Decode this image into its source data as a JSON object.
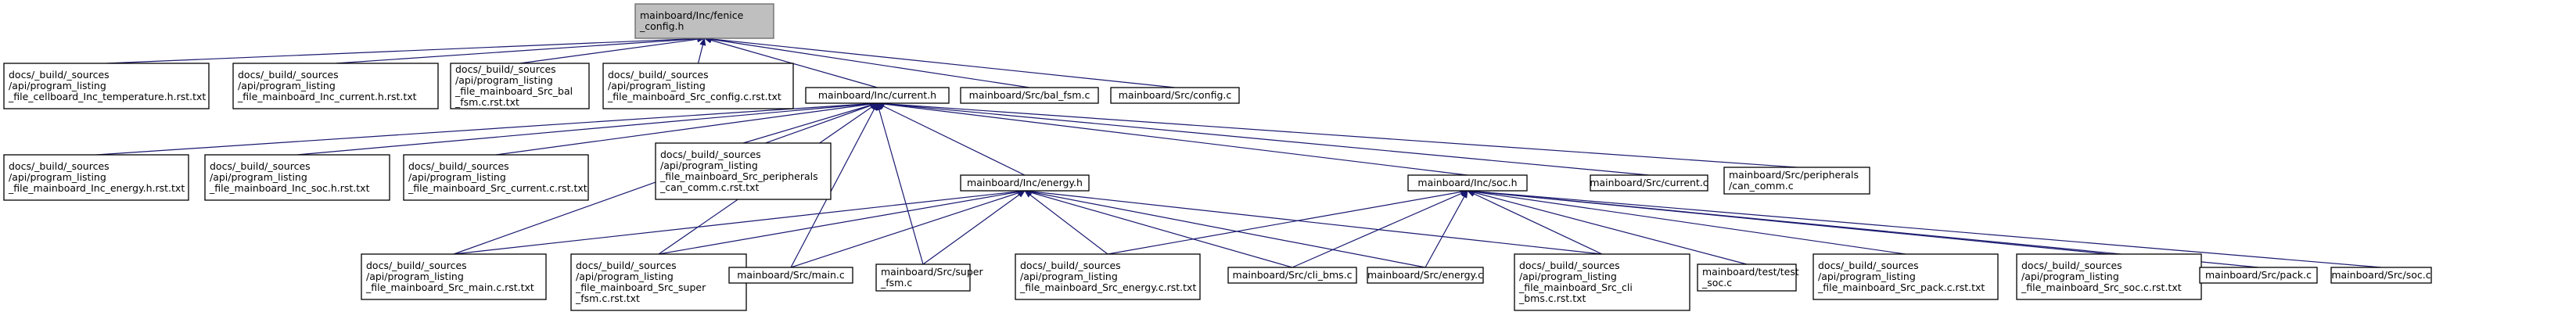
{
  "colors": {
    "background": "#ffffff",
    "edge": "#191970",
    "node_border": "#000000",
    "focus_fill": "#bfbfbf",
    "text": "#000000"
  },
  "nodes": [
    {
      "id": "fenice_config",
      "lines": [
        "mainboard/Inc/fenice",
        "_config.h"
      ],
      "focus": true
    },
    {
      "id": "r_cellboard_temp",
      "lines": [
        "docs/_build/_sources",
        "/api/program_listing",
        "_file_cellboard_Inc_temperature.h.rst.txt"
      ]
    },
    {
      "id": "r_inc_current",
      "lines": [
        "docs/_build/_sources",
        "/api/program_listing",
        "_file_mainboard_Inc_current.h.rst.txt"
      ]
    },
    {
      "id": "r_src_bal_fsm",
      "lines": [
        "docs/_build/_sources",
        "/api/program_listing",
        "_file_mainboard_Src_bal",
        "_fsm.c.rst.txt"
      ]
    },
    {
      "id": "r_src_config",
      "lines": [
        "docs/_build/_sources",
        "/api/program_listing",
        "_file_mainboard_Src_config.c.rst.txt"
      ]
    },
    {
      "id": "inc_current",
      "lines": [
        "mainboard/Inc/current.h"
      ]
    },
    {
      "id": "src_bal_fsm",
      "lines": [
        "mainboard/Src/bal_fsm.c"
      ]
    },
    {
      "id": "src_config",
      "lines": [
        "mainboard/Src/config.c"
      ]
    },
    {
      "id": "r_inc_energy",
      "lines": [
        "docs/_build/_sources",
        "/api/program_listing",
        "_file_mainboard_Inc_energy.h.rst.txt"
      ]
    },
    {
      "id": "r_inc_soc",
      "lines": [
        "docs/_build/_sources",
        "/api/program_listing",
        "_file_mainboard_Inc_soc.h.rst.txt"
      ]
    },
    {
      "id": "r_src_current",
      "lines": [
        "docs/_build/_sources",
        "/api/program_listing",
        "_file_mainboard_Src_current.c.rst.txt"
      ]
    },
    {
      "id": "r_src_periph_can",
      "lines": [
        "docs/_build/_sources",
        "/api/program_listing",
        "_file_mainboard_Src_peripherals",
        "_can_comm.c.rst.txt"
      ]
    },
    {
      "id": "inc_energy",
      "lines": [
        "mainboard/Inc/energy.h"
      ]
    },
    {
      "id": "inc_soc",
      "lines": [
        "mainboard/Inc/soc.h"
      ]
    },
    {
      "id": "src_current",
      "lines": [
        "mainboard/Src/current.c"
      ]
    },
    {
      "id": "src_periph_can",
      "lines": [
        "mainboard/Src/peripherals",
        "/can_comm.c"
      ]
    },
    {
      "id": "r_src_main",
      "lines": [
        "docs/_build/_sources",
        "/api/program_listing",
        "_file_mainboard_Src_main.c.rst.txt"
      ]
    },
    {
      "id": "r_src_super_fsm",
      "lines": [
        "docs/_build/_sources",
        "/api/program_listing",
        "_file_mainboard_Src_super",
        "_fsm.c.rst.txt"
      ]
    },
    {
      "id": "src_main",
      "lines": [
        "mainboard/Src/main.c"
      ]
    },
    {
      "id": "src_super_fsm",
      "lines": [
        "mainboard/Src/super",
        "_fsm.c"
      ]
    },
    {
      "id": "r_src_energy",
      "lines": [
        "docs/_build/_sources",
        "/api/program_listing",
        "_file_mainboard_Src_energy.c.rst.txt"
      ]
    },
    {
      "id": "src_cli_bms",
      "lines": [
        "mainboard/Src/cli_bms.c"
      ]
    },
    {
      "id": "src_energy",
      "lines": [
        "mainboard/Src/energy.c"
      ]
    },
    {
      "id": "r_src_cli_bms",
      "lines": [
        "docs/_build/_sources",
        "/api/program_listing",
        "_file_mainboard_Src_cli",
        "_bms.c.rst.txt"
      ]
    },
    {
      "id": "test_soc",
      "lines": [
        "mainboard/test/test",
        "_soc.c"
      ]
    },
    {
      "id": "r_src_pack",
      "lines": [
        "docs/_build/_sources",
        "/api/program_listing",
        "_file_mainboard_Src_pack.c.rst.txt"
      ]
    },
    {
      "id": "r_src_soc",
      "lines": [
        "docs/_build/_sources",
        "/api/program_listing",
        "_file_mainboard_Src_soc.c.rst.txt"
      ]
    },
    {
      "id": "src_pack",
      "lines": [
        "mainboard/Src/pack.c"
      ]
    },
    {
      "id": "src_soc",
      "lines": [
        "mainboard/Src/soc.c"
      ]
    }
  ],
  "edges": [
    [
      "r_cellboard_temp",
      "fenice_config"
    ],
    [
      "r_inc_current",
      "fenice_config"
    ],
    [
      "r_src_bal_fsm",
      "fenice_config"
    ],
    [
      "r_src_config",
      "fenice_config"
    ],
    [
      "inc_current",
      "fenice_config"
    ],
    [
      "src_bal_fsm",
      "fenice_config"
    ],
    [
      "src_config",
      "fenice_config"
    ],
    [
      "r_inc_energy",
      "inc_current"
    ],
    [
      "r_inc_soc",
      "inc_current"
    ],
    [
      "r_src_current",
      "inc_current"
    ],
    [
      "r_src_periph_can",
      "inc_current"
    ],
    [
      "inc_energy",
      "inc_current"
    ],
    [
      "inc_soc",
      "inc_current"
    ],
    [
      "src_current",
      "inc_current"
    ],
    [
      "src_periph_can",
      "inc_current"
    ],
    [
      "r_src_main",
      "inc_current"
    ],
    [
      "r_src_super_fsm",
      "inc_current"
    ],
    [
      "src_main",
      "inc_current"
    ],
    [
      "src_super_fsm",
      "inc_current"
    ],
    [
      "r_src_main",
      "inc_energy"
    ],
    [
      "r_src_super_fsm",
      "inc_energy"
    ],
    [
      "src_main",
      "inc_energy"
    ],
    [
      "src_super_fsm",
      "inc_energy"
    ],
    [
      "r_src_energy",
      "inc_energy"
    ],
    [
      "src_cli_bms",
      "inc_energy"
    ],
    [
      "src_energy",
      "inc_energy"
    ],
    [
      "r_src_cli_bms",
      "inc_energy"
    ],
    [
      "r_src_energy",
      "inc_soc"
    ],
    [
      "src_cli_bms",
      "inc_soc"
    ],
    [
      "src_energy",
      "inc_soc"
    ],
    [
      "r_src_cli_bms",
      "inc_soc"
    ],
    [
      "test_soc",
      "inc_soc"
    ],
    [
      "r_src_pack",
      "inc_soc"
    ],
    [
      "r_src_soc",
      "inc_soc"
    ],
    [
      "src_pack",
      "inc_soc"
    ],
    [
      "src_soc",
      "inc_soc"
    ]
  ]
}
